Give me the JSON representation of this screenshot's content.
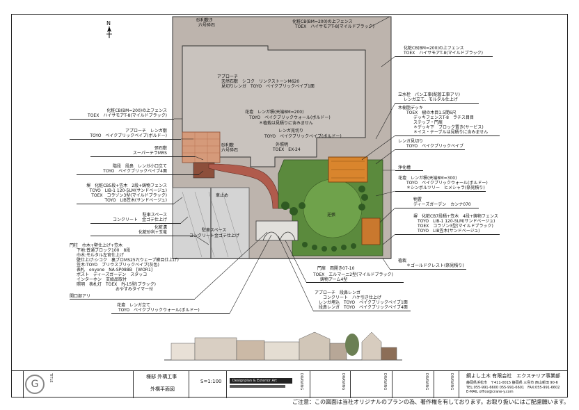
{
  "drawing": {
    "labels_top": {
      "gravel_top": "砂利敷き",
      "gravel_top2": "六号砕石",
      "fence_top_1": "化粧CB(BM=200)の上フェンス",
      "fence_top_2": "TOEX　ハイサモアT-8(マイルドブラック)"
    },
    "labels_right": [
      {
        "text": "化粧CB(BM=200)の上フェンス",
        "bold": false
      },
      {
        "text": "TOEX　ハイサモアT-8(マイルドブラック)",
        "bold": false
      },
      {
        "text": "立水栓　パン工事(配管工事アリ)",
        "bold": false
      },
      {
        "text": "レンガ立て、モルタル仕上げ",
        "bold": false
      },
      {
        "text": "木樹脂デッキ",
        "bold": false
      },
      {
        "text": "TOEX　樹の木目1.5間6尺",
        "bold": false
      },
      {
        "text": "デッキフェンスT-8　ラチス目目",
        "bold": false
      },
      {
        "text": "ステップ・門扉",
        "bold": false
      },
      {
        "text": "＊デッキ下　ブロック置き(サービス)",
        "bold": false
      },
      {
        "text": "＊イス・テーブルは見積りに含みません",
        "bold": false
      },
      {
        "text": "レンガ見切り",
        "bold": false
      },
      {
        "text": "TOYO　ベイクブリックベイブ",
        "bold": false
      },
      {
        "text": "浄化槽",
        "bold": false
      },
      {
        "text": "花壇　レンガ積(天端BM=300)",
        "bold": false
      },
      {
        "text": "TOYO　ベイクブリックウォール(ボルドー)",
        "bold": false
      },
      {
        "text": "＊シンボルツリー　ヒメシャラ(祭見積り)",
        "bold": false
      },
      {
        "text": "物置",
        "bold": false
      },
      {
        "text": "ディーズガーデン　カンナ070",
        "bold": false
      },
      {
        "text": "塀　化粧CB7段積+笠木　4段+鋳物フェンス",
        "bold": false
      },
      {
        "text": "TOYO　LIB-1 120-5LM(サンドベージュ)",
        "bold": false
      },
      {
        "text": "TOEX　コラゾン3型(マイルドブラック)",
        "bold": false
      },
      {
        "text": "TOYO　LIB笠木(サンドベージュ)",
        "bold": false
      },
      {
        "text": "植栽",
        "bold": false
      },
      {
        "text": "＊ゴールドクレスト(祭見積り)",
        "bold": false
      }
    ],
    "labels_left": [
      {
        "text": "化粧CB(BM=200)の上フェンス"
      },
      {
        "text": "TOEX　ハイサモアT-8(マイルドブラック)"
      },
      {
        "text": "アプローチ　レンガ敷"
      },
      {
        "text": "TOYO　ベイクブリックベイブ(ボルドー)"
      },
      {
        "text": "張石敷"
      },
      {
        "text": "スーパーテラMRS"
      },
      {
        "text": "階段　段鼻　レンガ小口立て"
      },
      {
        "text": "TOYO　ベイクブリックベイブ4面"
      },
      {
        "text": "塀　化粧CB5段+笠木　2段+鋳物フェンス"
      },
      {
        "text": "TOYO　LIB-1 120-5LM(サンドベージュ)"
      },
      {
        "text": "TOEX　コラゾン3型(マイルドブラック)"
      },
      {
        "text": "TOYO　LIB笠木(サンドベージュ)"
      },
      {
        "text": "駐車スペース"
      },
      {
        "text": "コンクリート　金ゴテ仕上げ"
      },
      {
        "text": "化粧溝"
      },
      {
        "text": "化粧砂利+玉竜"
      },
      {
        "text": "門柱　巾木+壁仕上げ+笠木"
      },
      {
        "text": "下地:普通ブロック100　8段"
      },
      {
        "text": "巾木:モルタル左官仕上げ"
      },
      {
        "text": "壁仕上げ:シコク　裏ブロMS257(ウェーブ櫛目仕上げ)"
      },
      {
        "text": "笠木:TOYO　ブリウスブリックベイブ(灰色)"
      },
      {
        "text": "表札　onyone　NA-SP088B　[WOR1]"
      },
      {
        "text": "ポスト　ディーズガーデン　スタッコ"
      },
      {
        "text": "インターホン　支給品取付"
      },
      {
        "text": "照明　表札灯　TOEX　PJ-15型(ブラック)"
      },
      {
        "text": "おやすみタイマー付"
      },
      {
        "text": "開口部アリ"
      }
    ],
    "labels_center": {
      "approach_1": "アプローチ",
      "approach_2": "天然石敷　シコク　リンクストーンM620",
      "approach_3": "見切りレンガ　TOYO　ベイクブリックベイブ1面",
      "planter_1": "花壇　レンガ積(天端BM=200)",
      "planter_2": "TOYO　ベイクブリックウォール(ボルドー)",
      "planter_3": "＊植栽は見積りに含みません",
      "brick_edge_1": "レンガ見切り",
      "brick_edge_2": "TOYO　ベイクブリックベイブ(ボルドー)",
      "light_1": "外照明",
      "light_2": "TOEX　EX-24",
      "gravel_mid_1": "砂利敷",
      "gravel_mid_2": "六号砕石",
      "car_stop": "車止め",
      "parking_1": "駐車スペース",
      "parking_2": "コンクリート金ゴテ仕上げ",
      "lawn": "芝張"
    },
    "labels_bottom": [
      {
        "text": "花壇　レンガ立て"
      },
      {
        "text": "TOYO　ベイクブリックウォール(ボルドー)"
      },
      {
        "text": "門扉　両開き07-10"
      },
      {
        "text": "TOEX　エルマーニ2型(マイルドブラック)"
      },
      {
        "text": "鋳物アーム4型"
      },
      {
        "text": "アプローチ　段鼻レンガ"
      },
      {
        "text": "コンクリート　ハケ引き仕上げ"
      },
      {
        "text": "レンガ埋込　TOYO　ベイクブリックベイブ1面"
      },
      {
        "text": "段鼻レンガ　TOYO　ベイクブリックベイブ4面"
      }
    ],
    "north": "N"
  },
  "title_block": {
    "title_label": "TITLE",
    "project": "様邸 外構工事",
    "sheet_name": "外構平面図",
    "scale": "S=1:100",
    "drawing_label": "DRAWING",
    "company_name": "鋼よし土木 有限会社　エクステリア事業部",
    "address": "静岡県浜松市　〒411-0015 静岡県 三島市 西山新田 90-6",
    "tel": "TEL:055-991-6600 055-991-6601　FAX:055-991-6602",
    "email": "E-MAIL office@crane-y.com",
    "logo_text": "Designplan & Exterior Art"
  },
  "notice": "ご注意：この図面は当社オリジナルのプランの為、著作権を有しております。お取り扱いにはご配慮願います。"
}
